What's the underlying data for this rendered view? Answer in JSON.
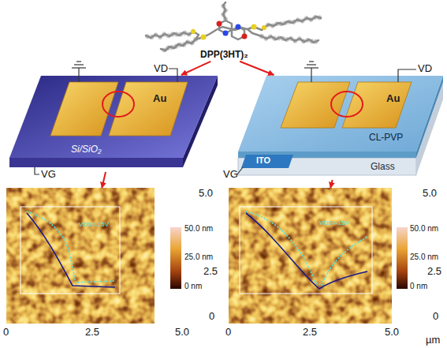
{
  "diagram": {
    "nodes": [
      {
        "text": [
          "DPP(3HT)₂"
        ]
      },
      {
        "text": [
          "Au",
          "Si/SiO₂"
        ]
      },
      {
        "text": [
          "Au",
          "CL-PVP",
          "ITO",
          "Glass"
        ]
      },
      {
        "text": [
          "VDS=-15V"
        ]
      },
      {
        "text": [
          "VDS=-15V"
        ]
      }
    ],
    "edges": [
      {
        "from": 0,
        "to": 1,
        "arrow": "to"
      },
      {
        "from": 0,
        "to": 2,
        "arrow": "to"
      },
      {
        "from": 1,
        "to": 3,
        "arrow": "to"
      },
      {
        "from": 2,
        "to": 4,
        "arrow": "to"
      }
    ],
    "labels": [
      "VD",
      "VG",
      "VD",
      "VG",
      "50.0 nm",
      "25.0 nm",
      "0 nm",
      "50.0 nm",
      "25.0 nm",
      "0 nm",
      "5.0",
      "2.5",
      "0",
      "0",
      "2.5",
      "5.0",
      "5.0",
      "2.5",
      "0",
      "0",
      "2.5",
      "5.0",
      "µm"
    ]
  }
}
